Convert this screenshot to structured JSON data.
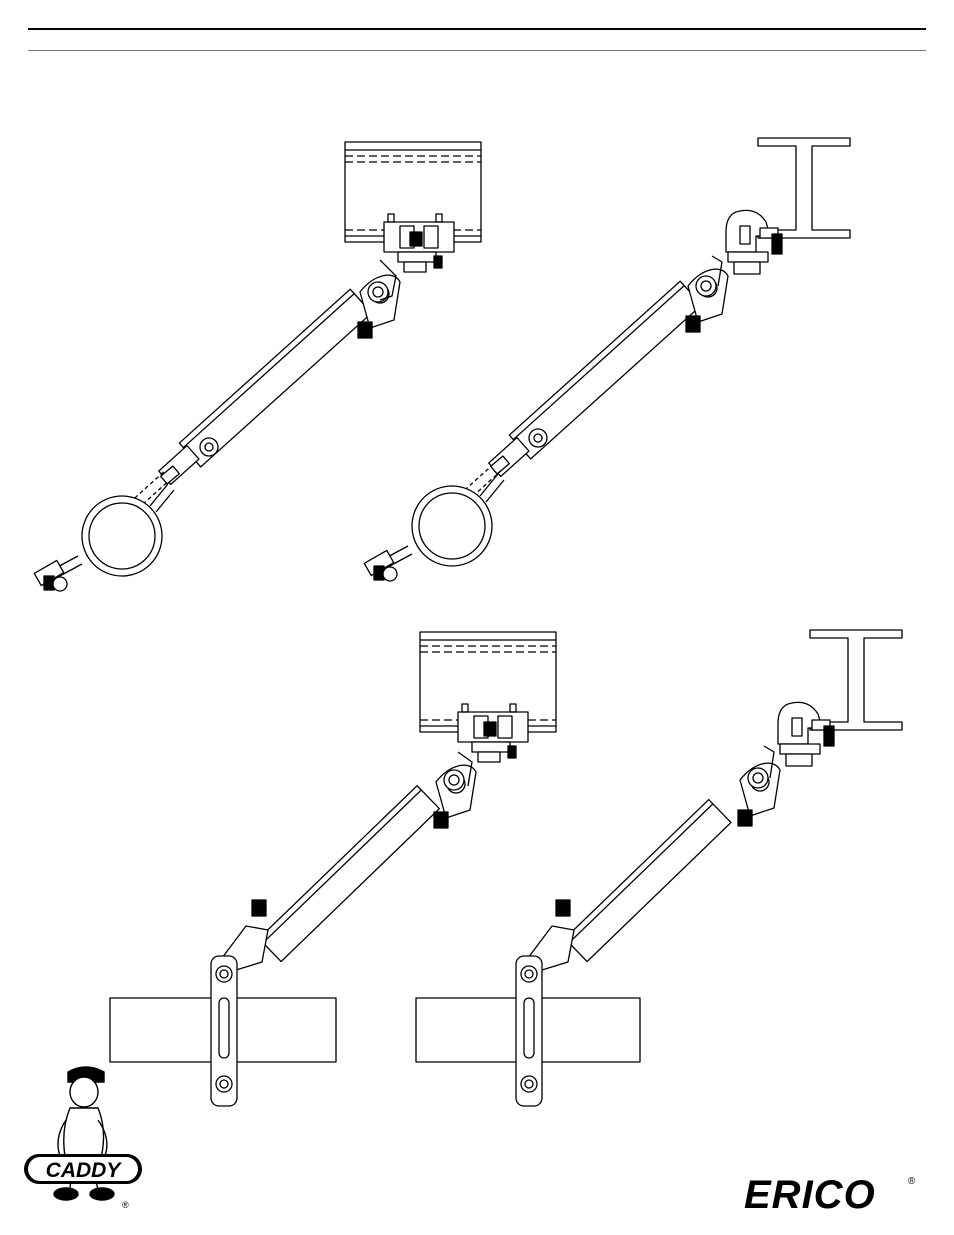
{
  "brand": {
    "left_logo": {
      "text": "CADDY",
      "registered_mark": "®"
    },
    "right_logo": {
      "text": "ERICO",
      "registered_mark": "®"
    }
  },
  "diagram": {
    "panels": [
      {
        "id": "top-left",
        "support": "strut-channel",
        "attachment": "pipe-ring-clamp"
      },
      {
        "id": "top-right",
        "support": "i-beam-clamp",
        "attachment": "pipe-ring-clamp"
      },
      {
        "id": "bottom-left",
        "support": "strut-channel",
        "attachment": "strap-bracket"
      },
      {
        "id": "bottom-right",
        "support": "i-beam-clamp",
        "attachment": "strap-bracket"
      }
    ]
  },
  "colors": {
    "line": "#000000",
    "background": "#ffffff"
  }
}
